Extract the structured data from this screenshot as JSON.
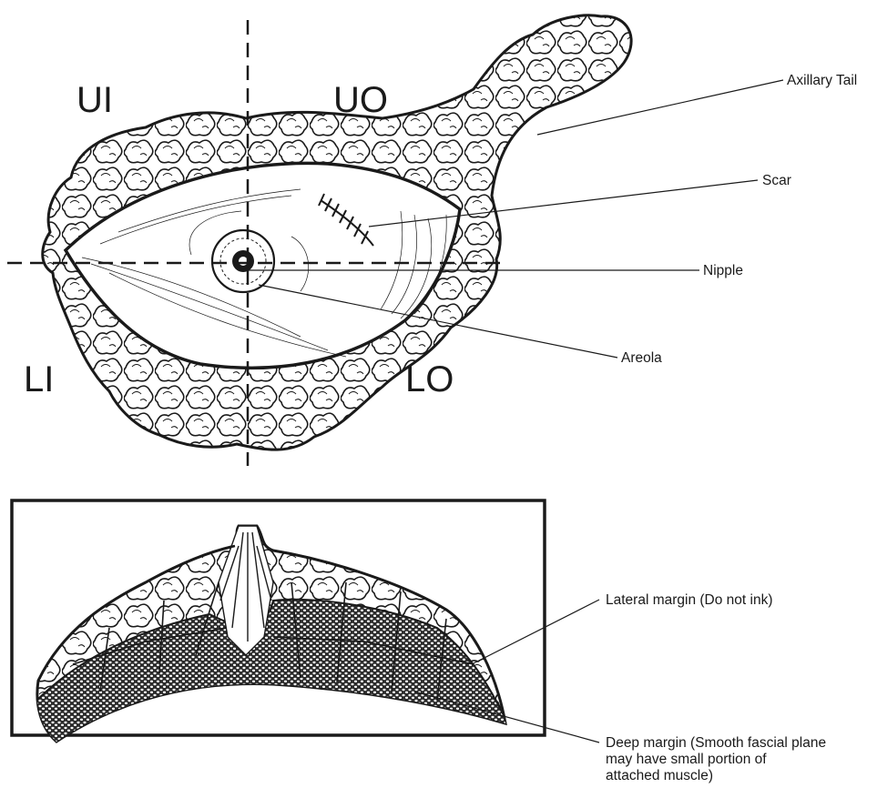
{
  "quadrants": {
    "upper_inner": "UI",
    "upper_outer": "UO",
    "lower_inner": "LI",
    "lower_outer": "LO"
  },
  "labels": {
    "axillary_tail": "Axillary Tail",
    "scar": "Scar",
    "nipple": "Nipple",
    "areola": "Areola",
    "lateral_margin": "Lateral margin (Do not ink)",
    "deep_margin": [
      "Deep margin (Smooth fascial plane",
      "may have small portion of",
      "attached muscle)"
    ]
  },
  "colors": {
    "ink": "#1a1a1a",
    "background": "#ffffff",
    "tissue_fill": "#ffffff",
    "deep_tissue": "#2b2b2b"
  }
}
